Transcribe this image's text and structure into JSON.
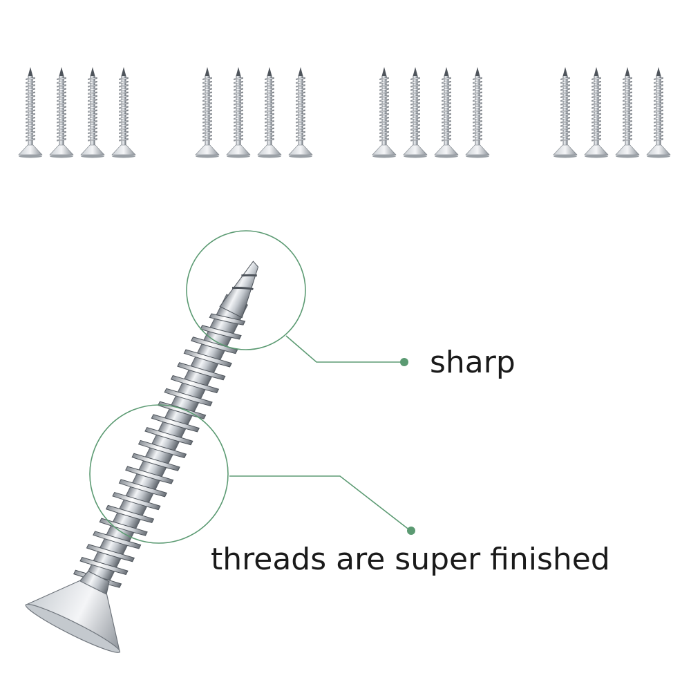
{
  "image": {
    "subject": "countersunk self-tapping screws",
    "small_screw_groups": 4,
    "screws_per_group": 4
  },
  "callouts": {
    "tip": {
      "label": "sharp"
    },
    "threads": {
      "label": "threads are super finished"
    }
  },
  "colors": {
    "accent": "#5b9a72",
    "metal_light": "#e9ecef",
    "metal_mid": "#b9bec4",
    "metal_dark": "#6e747b",
    "text": "#1a1a1a"
  }
}
